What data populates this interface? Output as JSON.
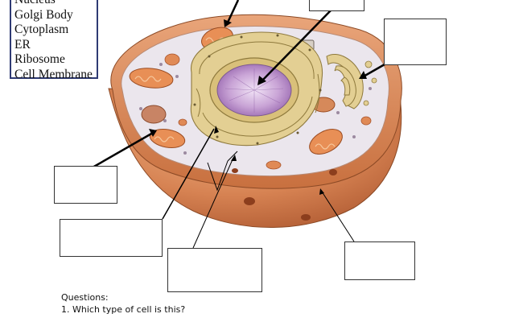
{
  "word_bank": {
    "items": [
      "Nucleus",
      "Golgi Body",
      "Cytoplasm",
      "ER",
      "Ribosome",
      "Cell Membrane"
    ]
  },
  "questions": {
    "heading": "Questions:",
    "q1": "1. Which type of cell is this?"
  },
  "colors": {
    "membrane": "#c9774a",
    "cytoplasm": "#e8e3ea",
    "nucleus": "#b38bc2",
    "er": "#ddc88a",
    "mitochondria": "#e28d58"
  }
}
